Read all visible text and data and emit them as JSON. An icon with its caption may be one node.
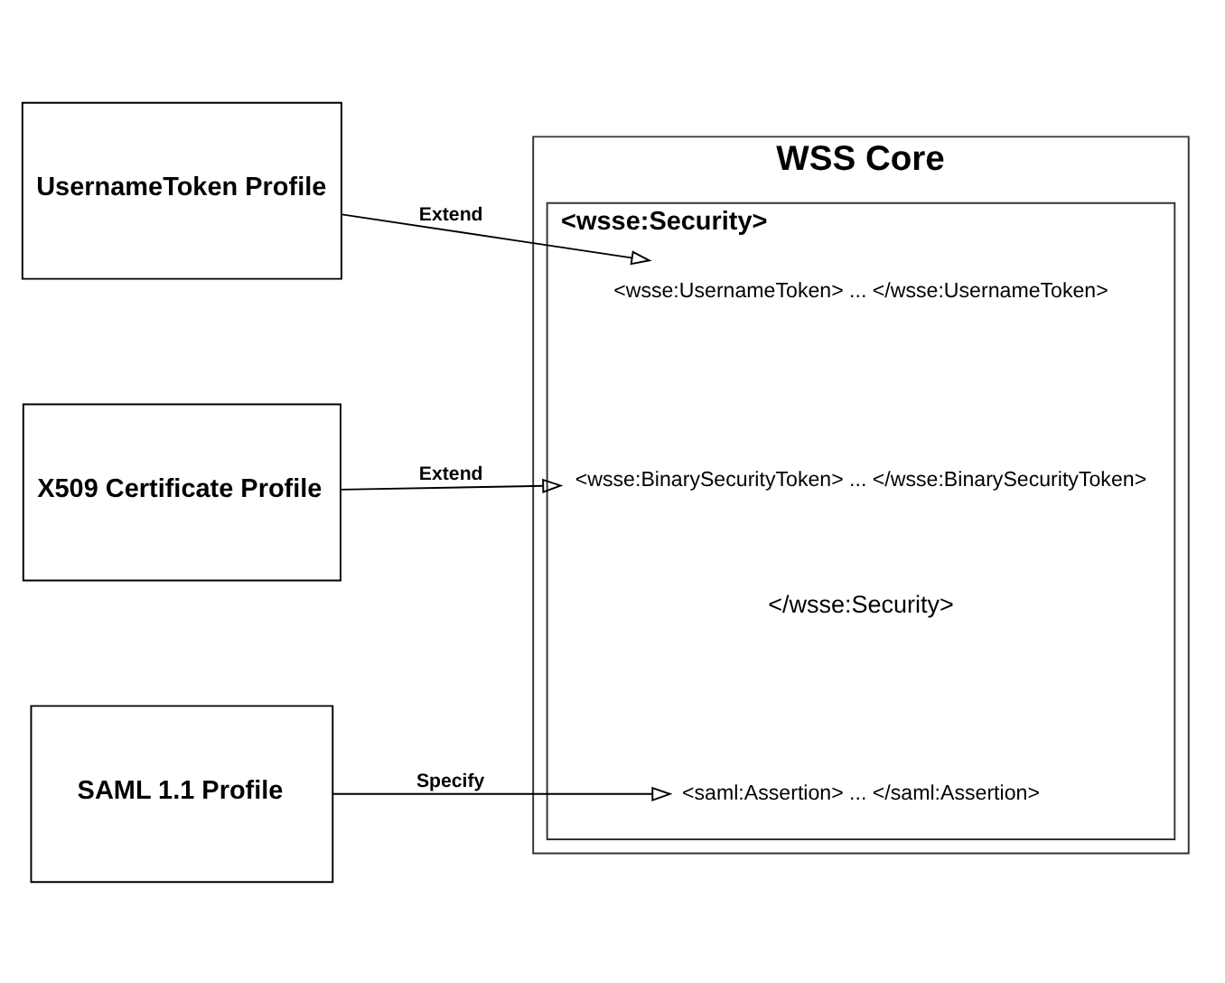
{
  "diagram": {
    "nodes": [
      {
        "text": [
          "WSS Core"
        ]
      },
      {
        "text": [
          "<wsse:Security>",
          "</wsse:Security>"
        ],
        "in": 0
      },
      {
        "text": [
          "<wsse:UsernameToken> ... </wsse:UsernameToken>"
        ],
        "in": 1
      },
      {
        "text": [
          "<wsse:BinarySecurityToken> ... </wsse:BinarySecurityToken>"
        ],
        "in": 1
      },
      {
        "text": [
          "<saml:Assertion> ... </saml:Assertion>"
        ],
        "in": 1
      },
      {
        "text": [
          "UsernameToken Profile"
        ]
      },
      {
        "text": [
          "X509 Certificate Profile"
        ]
      },
      {
        "text": [
          "SAML 1.1 Profile"
        ]
      }
    ],
    "edges": [
      {
        "from": 5,
        "to": 2,
        "arrow": "to",
        "label": "Extend"
      },
      {
        "from": 6,
        "to": 3,
        "arrow": "to",
        "label": "Extend"
      },
      {
        "from": 7,
        "to": 4,
        "arrow": "to",
        "label": "Specify"
      }
    ]
  }
}
